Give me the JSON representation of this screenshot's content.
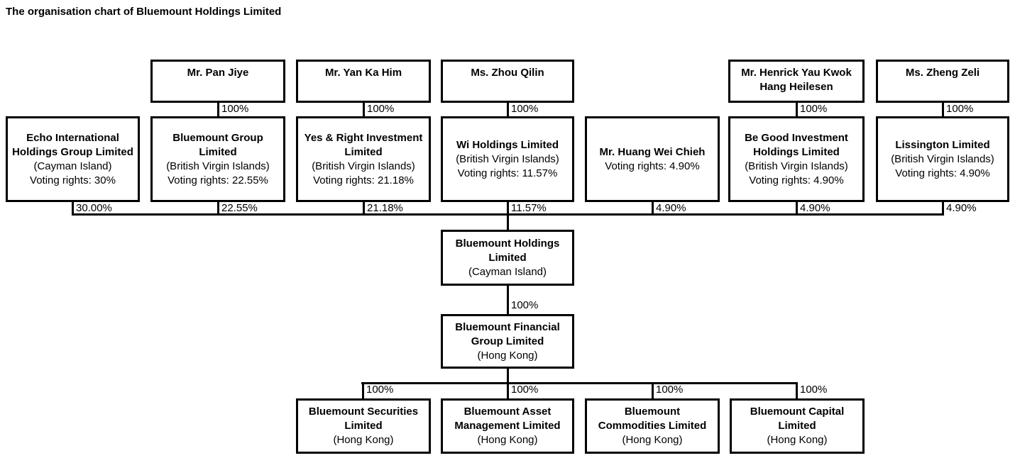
{
  "title": "The organisation chart of Bluemount Holdings Limited",
  "owners": [
    {
      "name": "Mr. Pan Jiye",
      "ownership": "100%"
    },
    {
      "name": "Mr. Yan Ka Him",
      "ownership": "100%"
    },
    {
      "name": "Ms. Zhou Qilin",
      "ownership": "100%"
    },
    {
      "name": "Mr. Henrick Yau Kwok\nHang Heilesen",
      "ownership": "100%"
    },
    {
      "name": "Ms. Zheng Zeli",
      "ownership": "100%"
    }
  ],
  "shareholders": [
    {
      "name": "Echo International\nHoldings Group Limited",
      "jurisdiction": "(Cayman Island)",
      "voting_rights": "Voting rights: 30%",
      "stake": "30.00%"
    },
    {
      "name": "Bluemount Group\nLimited",
      "jurisdiction": "(British Virgin Islands)",
      "voting_rights": "Voting rights: 22.55%",
      "stake": "22.55%"
    },
    {
      "name": "Yes & Right Investment\nLimited",
      "jurisdiction": "(British Virgin Islands)",
      "voting_rights": "Voting rights: 21.18%",
      "stake": "21.18%"
    },
    {
      "name": "Wi Holdings Limited",
      "jurisdiction": "(British Virgin Islands)",
      "voting_rights": "Voting rights: 11.57%",
      "stake": "11.57%"
    },
    {
      "name": "Mr. Huang Wei Chieh",
      "voting_rights": "Voting rights: 4.90%",
      "stake": "4.90%"
    },
    {
      "name": "Be Good Investment\nHoldings Limited",
      "jurisdiction": "(British Virgin Islands)",
      "voting_rights": "Voting rights: 4.90%",
      "stake": "4.90%"
    },
    {
      "name": "Lissington Limited",
      "jurisdiction": "(British Virgin Islands)",
      "voting_rights": "Voting rights: 4.90%",
      "stake": "4.90%"
    }
  ],
  "holding": {
    "name": "Bluemount Holdings\nLimited",
    "jurisdiction": "(Cayman Island)"
  },
  "financial_group": {
    "name": "Bluemount Financial\nGroup Limited",
    "jurisdiction": "(Hong Kong)",
    "ownership": "100%"
  },
  "subsidiaries": [
    {
      "name": "Bluemount Securities\nLimited",
      "jurisdiction": "(Hong Kong)",
      "ownership": "100%"
    },
    {
      "name": "Bluemount Asset\nManagement Limited",
      "jurisdiction": "(Hong Kong)",
      "ownership": "100%"
    },
    {
      "name": "Bluemount\nCommodities Limited",
      "jurisdiction": "(Hong Kong)",
      "ownership": "100%"
    },
    {
      "name": "Bluemount Capital\nLimited",
      "jurisdiction": "(Hong Kong)",
      "ownership": "100%"
    }
  ]
}
